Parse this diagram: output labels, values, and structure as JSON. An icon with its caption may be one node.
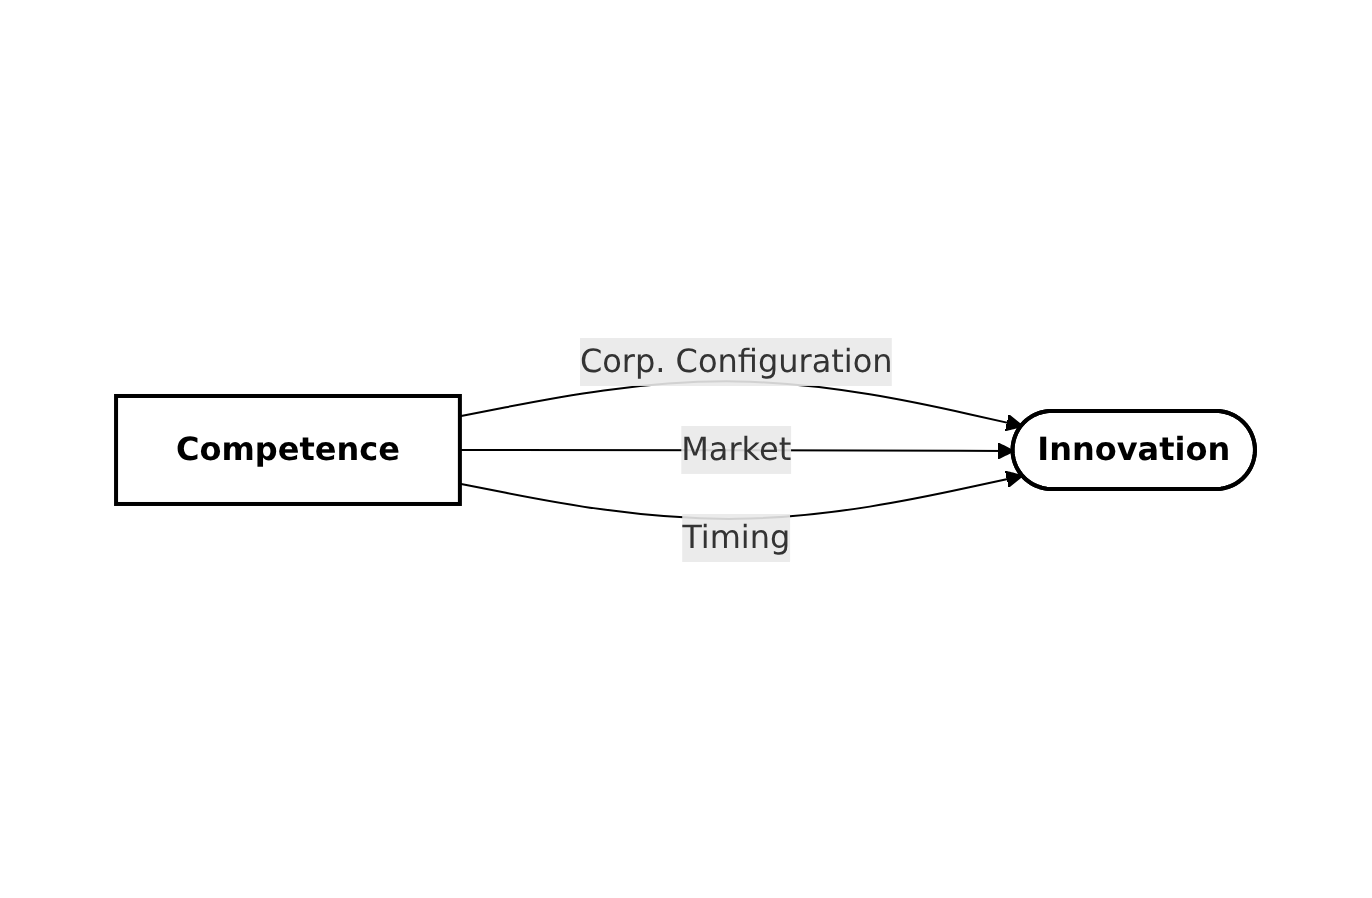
{
  "diagram": {
    "nodes": [
      {
        "text": [
          "Competence"
        ]
      },
      {
        "text": [
          "Innovation"
        ]
      }
    ],
    "edges": [
      {
        "from": 0,
        "to": 1,
        "arrow": "to",
        "label": "Corp. Configuration"
      },
      {
        "from": 0,
        "to": 1,
        "arrow": "to",
        "label": "Market"
      },
      {
        "from": 0,
        "to": 1,
        "arrow": "to",
        "label": "Timing"
      }
    ]
  }
}
